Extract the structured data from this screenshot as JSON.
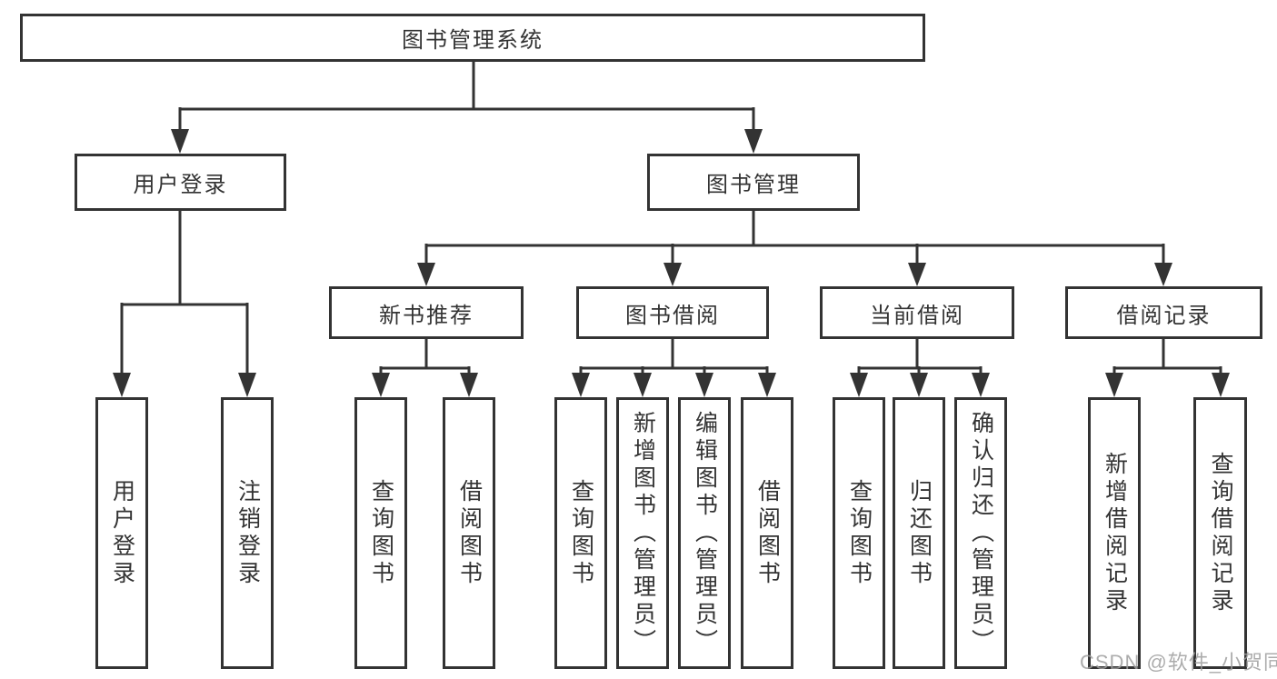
{
  "colors": {
    "box_border": "#333333",
    "connector_line": "#333333",
    "text": "#333333",
    "background": "#ffffff",
    "watermark_text": "#9e9e9e"
  },
  "tree": {
    "root": {
      "label": "图书管理系统"
    },
    "children": [
      {
        "label": "用户登录",
        "leaves": [
          "用户登录",
          "注销登录"
        ]
      },
      {
        "label": "图书管理",
        "children": [
          {
            "label": "新书推荐",
            "leaves": [
              "查询图书",
              "借阅图书"
            ]
          },
          {
            "label": "图书借阅",
            "leaves": [
              "查询图书",
              "新增图书（管理员）",
              "编辑图书（管理员）",
              "借阅图书"
            ]
          },
          {
            "label": "当前借阅",
            "leaves": [
              "查询图书",
              "归还图书",
              "确认归还（管理员）"
            ]
          },
          {
            "label": "借阅记录",
            "leaves": [
              "新增借阅记录",
              "查询借阅记录"
            ]
          }
        ]
      }
    ]
  },
  "watermark": {
    "text": "CSDN @软件_小贺同学"
  }
}
